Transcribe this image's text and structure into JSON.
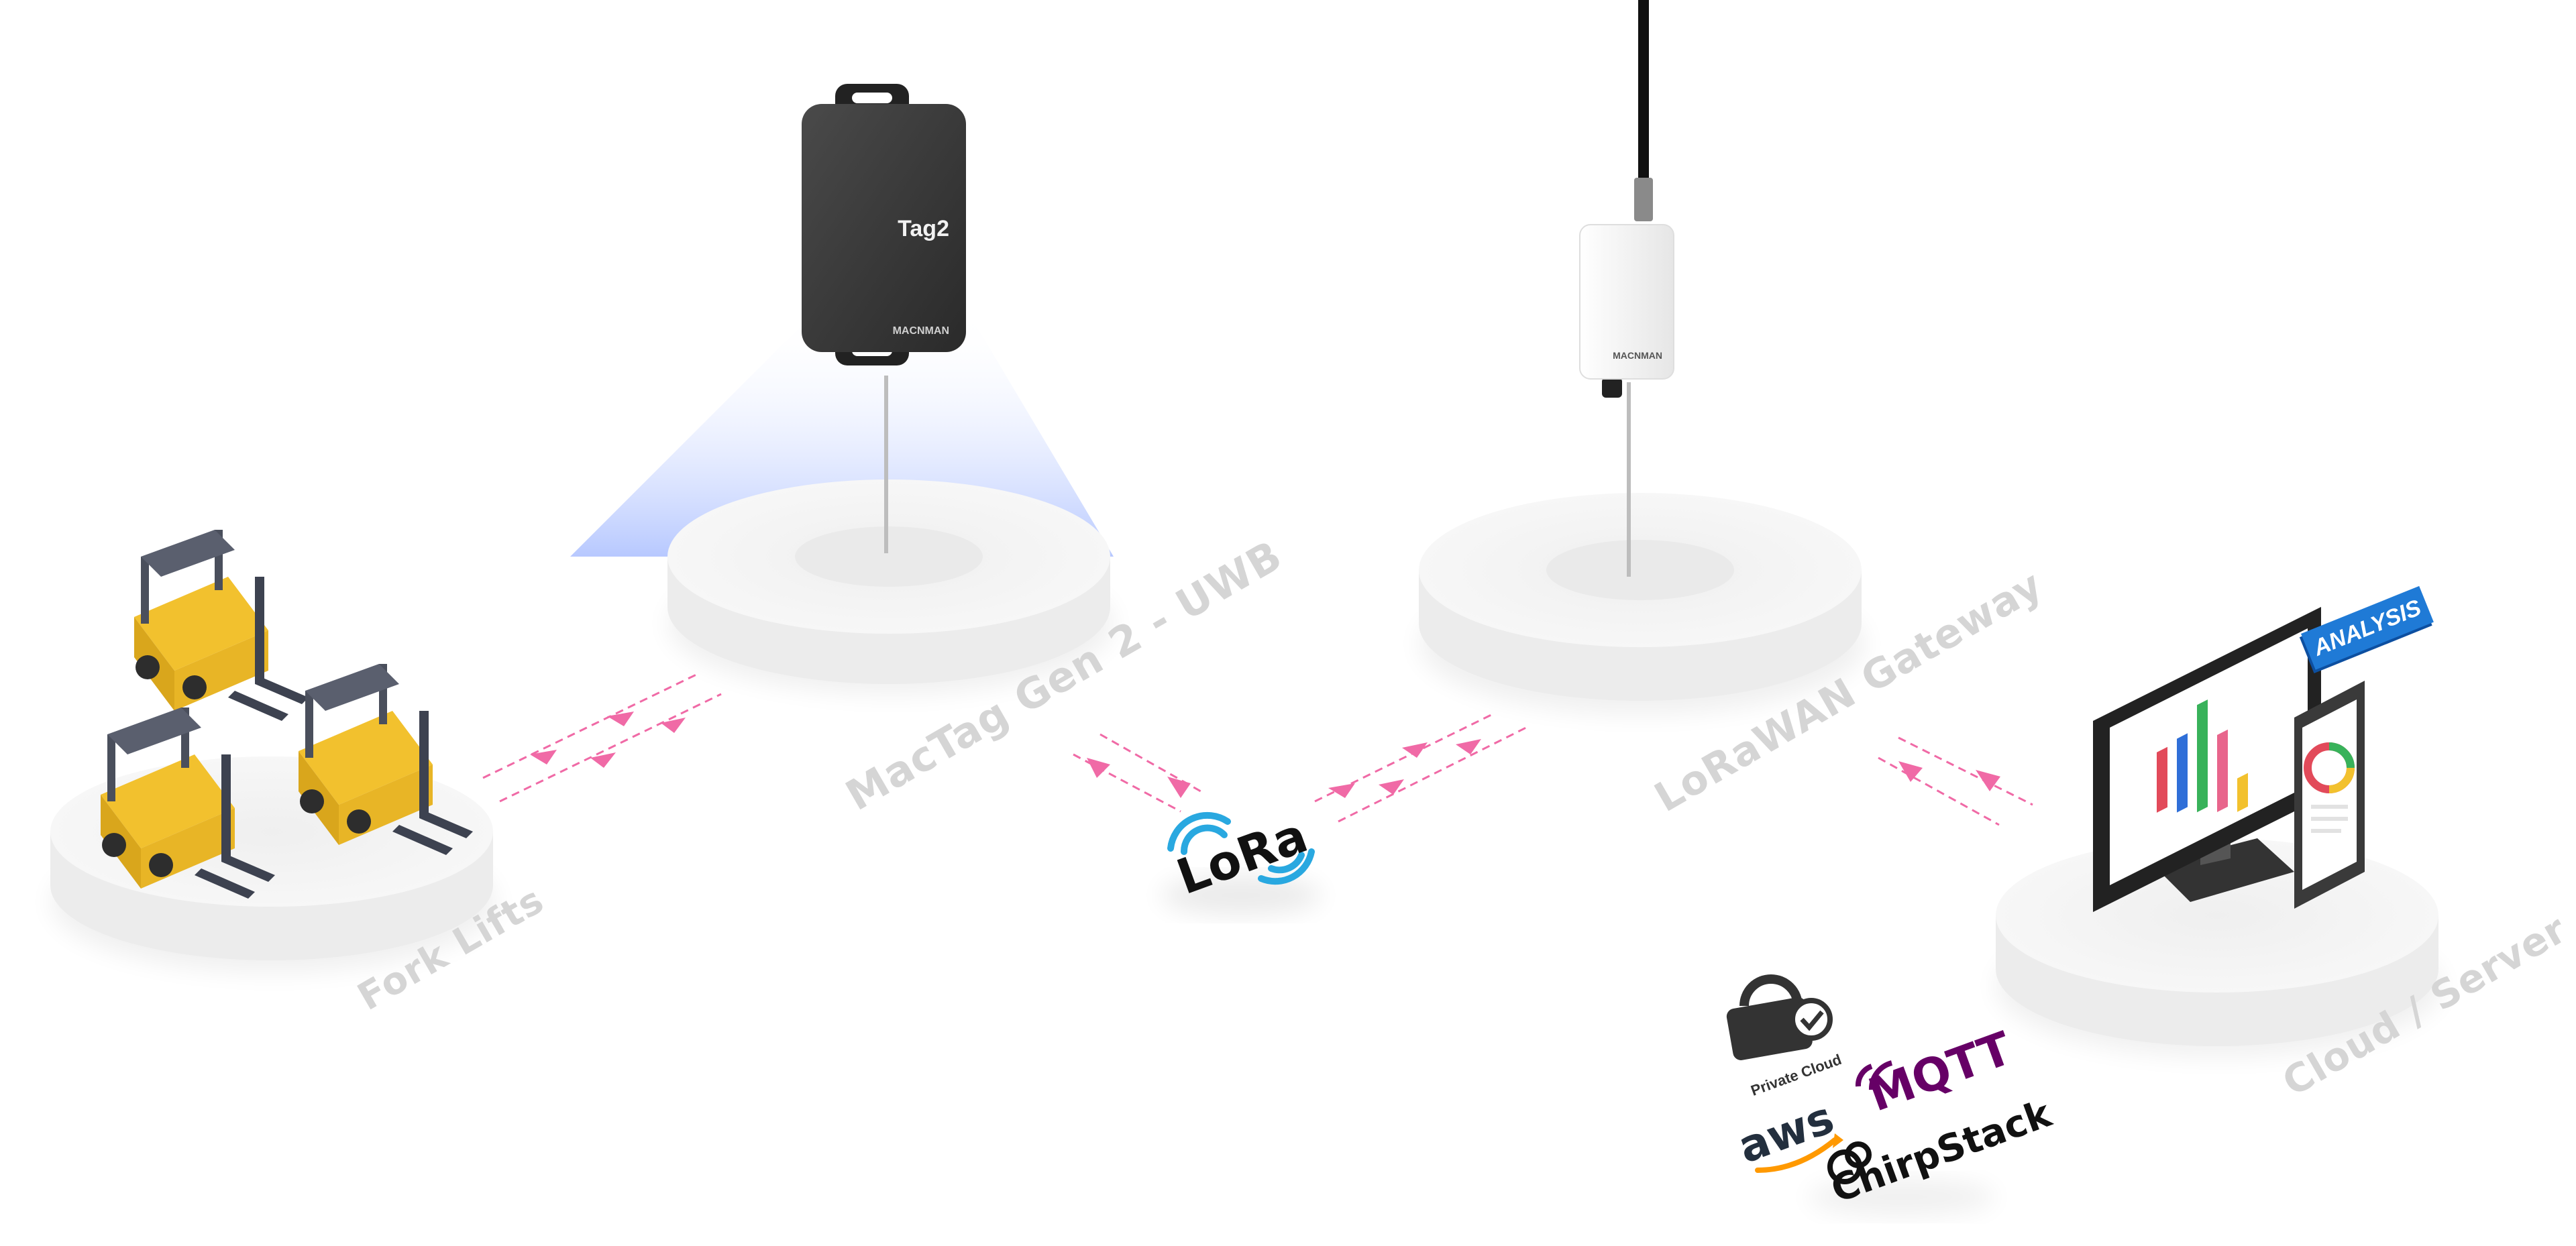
{
  "stations": {
    "forklifts": {
      "label": "Fork Lifts"
    },
    "tag": {
      "label": "MacTag Gen 2 - UWB",
      "device_text": "Tag2",
      "brand": "MACNMAN"
    },
    "gateway": {
      "label": "LoRaWAN Gateway",
      "brand": "MACNMAN"
    },
    "cloud": {
      "label": "Cloud / Server",
      "badge": "ANALYSIS"
    }
  },
  "radio": {
    "lora_text": "LoRa"
  },
  "services": {
    "private_cloud": "Private Cloud",
    "mqtt": "MQTT",
    "aws": "aws",
    "chirpstack": "ChirpStack"
  },
  "colors": {
    "arrow": "#f06aa6",
    "beam": "#9fb6ff",
    "platform": "#f3f3f3",
    "label": "#d5d5d5",
    "forklift_yellow": "#f2c12e",
    "lora_blue": "#29a8e0",
    "mqtt_purple": "#660066",
    "analysis_blue": "#1f7ad6"
  }
}
